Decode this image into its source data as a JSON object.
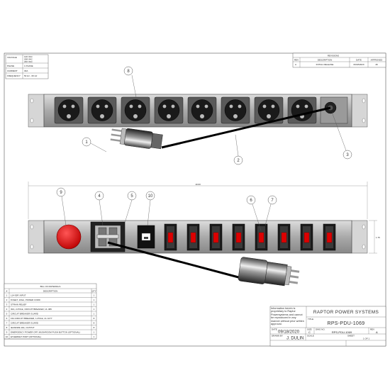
{
  "specs": {
    "rows": [
      {
        "label": "VOLTAGE",
        "value": "120 VAC\n208 VAC\n240 VAC"
      },
      {
        "label": "PHASE",
        "value": "1 PHASE"
      },
      {
        "label": "CURRENT",
        "value": "30A"
      },
      {
        "label": "FREQUENCY",
        "value": "50 Hz - 60 Hz"
      }
    ]
  },
  "revisions": {
    "title": "REVISIONS",
    "headers": [
      "REV",
      "DESCRIPTION",
      "DATE",
      "APPROVED"
    ],
    "row": [
      "A",
      "INITIAL RELEASE",
      "09/18/2020",
      "JD"
    ]
  },
  "dimensions": {
    "width": "19.00",
    "height": "1.75"
  },
  "callouts": {
    "c1": "1",
    "c2": "2",
    "c3": "3",
    "c4": "4",
    "c5": "5",
    "c6": "6",
    "c7": "7",
    "c8": "8",
    "c9": "9",
    "c10": "10"
  },
  "bom": {
    "title": "BILL OF MATERIALS",
    "headers": [
      "#",
      "DESCRIPTION",
      "QTY"
    ],
    "rows": [
      [
        "1",
        "L14-30P, INPUT",
        "1"
      ],
      [
        "2",
        "8 FEET, 10GA, POWER CORD",
        "1"
      ],
      [
        "3",
        "STRAIN RELIEF",
        "1"
      ],
      [
        "4",
        "30A, 2-POLE, CIRCUIT BREAKER, UL 489",
        "1"
      ],
      [
        "5",
        "CIRCUIT BREAKER GUARD",
        "1"
      ],
      [
        "6",
        "15A CIRCUIT BREAKER, 1-POLE, UL 1077",
        "8"
      ],
      [
        "7",
        "CIRCUIT BREAKER GUARD",
        "8"
      ],
      [
        "8",
        "IEC60309-16A, OUTPUT",
        "8"
      ],
      [
        "9",
        "EMERGENCY POWER OFF, MUSHROOM PUSH BUTTON (OPTIONAL)",
        "1"
      ],
      [
        "10",
        "ETHERNET PORT (OPTIONAL)",
        "1"
      ]
    ]
  },
  "title_block": {
    "notice": "Information herein is proprietary to Raptor Powersystems and cannot be reproduced in any manner without prior written approval.",
    "company": "RAPTOR POWER SYSTEMS",
    "title_label": "TITLE",
    "title": "RPS-PDU-1069",
    "date_label": "DATE",
    "date": "09/18/2020",
    "size_label": "SIZE",
    "size": "C",
    "dwg_label": "DWG NO.",
    "dwg_no": "RPS-PDU-1069",
    "rev_label": "REV",
    "rev": "A",
    "drawn_label": "DRAWN BY",
    "drawn_by": "J. DULIN",
    "scale_label": "SCALE",
    "sheet_label": "SHEET",
    "sheet": "1 OF 1"
  }
}
